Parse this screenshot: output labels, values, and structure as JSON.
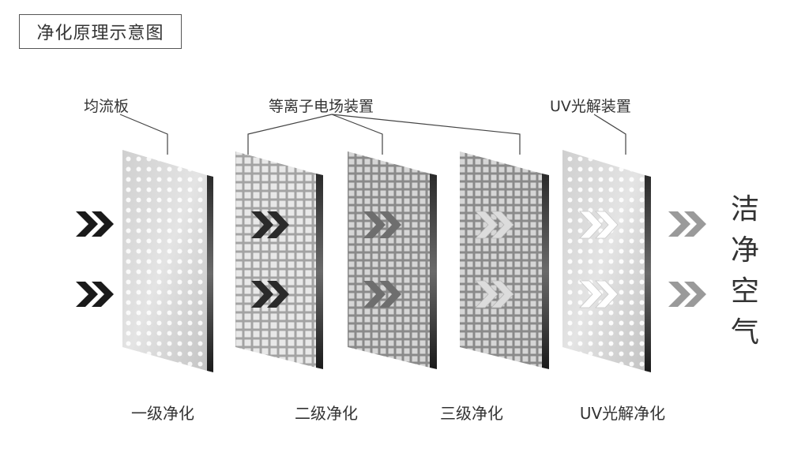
{
  "title": "净化原理示意图",
  "callouts": {
    "flow_plate": "均流板",
    "plasma": "等离子电场装置",
    "uv": "UV光解装置"
  },
  "stages": [
    "一级净化",
    "二级净化",
    "三级净化",
    "UV光解净化"
  ],
  "result_chars": [
    "洁",
    "净",
    "空",
    "气"
  ],
  "colors": {
    "panel_light": "#d9d9d9",
    "panel_frame": "#1a1a1a",
    "arrow_dark": "#1a1a1a",
    "arrow_light": "#bdbdbd",
    "line": "#444444"
  }
}
